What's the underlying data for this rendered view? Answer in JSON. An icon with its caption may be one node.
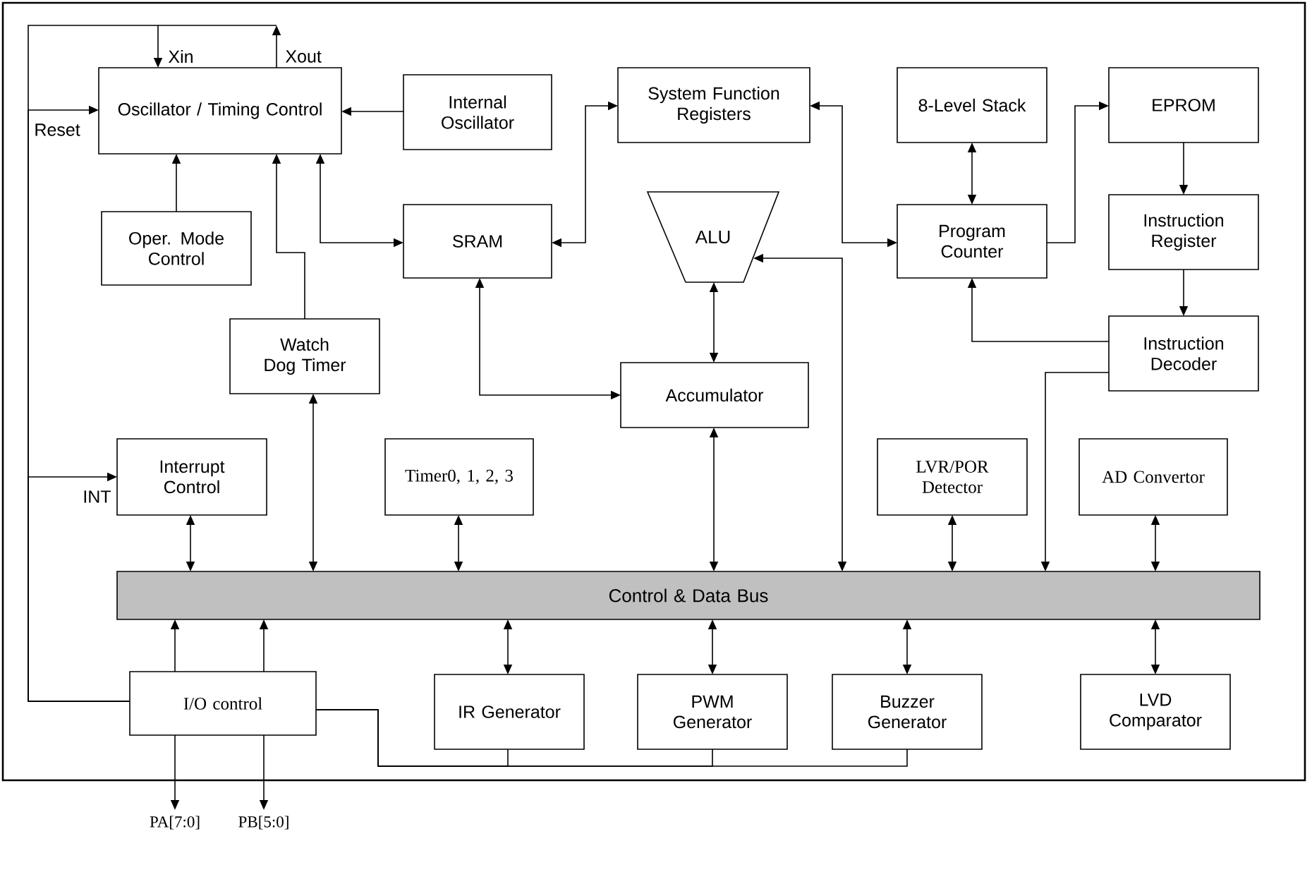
{
  "diagram": {
    "nodes": [
      {
        "text": [
          "Oscillator / Timing Control"
        ]
      },
      {
        "text": [
          "Internal Oscillator"
        ]
      },
      {
        "text": [
          "System Function Registers"
        ]
      },
      {
        "text": [
          "8-Level Stack"
        ]
      },
      {
        "text": [
          "EPROM"
        ]
      },
      {
        "text": [
          "Oper. Mode Control"
        ]
      },
      {
        "text": [
          "SRAM"
        ]
      },
      {
        "text": [
          "ALU"
        ]
      },
      {
        "text": [
          "Program Counter"
        ]
      },
      {
        "text": [
          "Instruction Register"
        ]
      },
      {
        "text": [
          "Watch Dog Timer"
        ]
      },
      {
        "text": [
          "Accumulator"
        ]
      },
      {
        "text": [
          "Instruction Decoder"
        ]
      },
      {
        "text": [
          "Interrupt Control"
        ]
      },
      {
        "text": [
          "Timer0, 1, 2, 3"
        ]
      },
      {
        "text": [
          "LVR/POR Detector"
        ]
      },
      {
        "text": [
          "AD Convertor"
        ]
      },
      {
        "text": [
          "Control & Data Bus"
        ]
      },
      {
        "text": [
          "I/O control"
        ]
      },
      {
        "text": [
          "IR Generator"
        ]
      },
      {
        "text": [
          "PWM Generator"
        ]
      },
      {
        "text": [
          "Buzzer Generator"
        ]
      },
      {
        "text": [
          "LVD Comparator"
        ]
      },
      {
        "text": [
          "PA[7:0]"
        ]
      },
      {
        "text": [
          "PB[5:0]"
        ]
      }
    ],
    "edges": [
      {
        "from": 1,
        "to": 0,
        "arrow": "to"
      },
      {
        "from": 5,
        "to": 0,
        "arrow": "to"
      },
      {
        "from": 10,
        "to": 0,
        "arrow": "to"
      },
      {
        "from": 0,
        "to": 6,
        "arrow": "both"
      },
      {
        "from": 6,
        "to": 2,
        "arrow": "both"
      },
      {
        "from": 2,
        "to": 8,
        "arrow": "both"
      },
      {
        "from": 3,
        "to": 8,
        "arrow": "both"
      },
      {
        "from": 8,
        "to": 4,
        "arrow": "to"
      },
      {
        "from": 4,
        "to": 9,
        "arrow": "to"
      },
      {
        "from": 9,
        "to": 12,
        "arrow": "to"
      },
      {
        "from": 12,
        "to": 8,
        "arrow": "to"
      },
      {
        "from": 12,
        "to": 17,
        "arrow": "to"
      },
      {
        "from": 7,
        "to": 11,
        "arrow": "both"
      },
      {
        "from": 6,
        "to": 11,
        "arrow": "both"
      },
      {
        "from": 17,
        "to": 7,
        "arrow": "both"
      },
      {
        "from": 11,
        "to": 17,
        "arrow": "both"
      },
      {
        "from": 10,
        "to": 17,
        "arrow": "both"
      },
      {
        "from": 13,
        "to": 17,
        "arrow": "both"
      },
      {
        "from": 14,
        "to": 17,
        "arrow": "both"
      },
      {
        "from": 15,
        "to": 17,
        "arrow": "both"
      },
      {
        "from": 16,
        "to": 17,
        "arrow": "both"
      },
      {
        "from": 17,
        "to": 19,
        "arrow": "both"
      },
      {
        "from": 17,
        "to": 20,
        "arrow": "both"
      },
      {
        "from": 17,
        "to": 21,
        "arrow": "both"
      },
      {
        "from": 17,
        "to": 22,
        "arrow": "both"
      },
      {
        "from": 18,
        "to": 17,
        "arrow": "to"
      },
      {
        "from": 18,
        "to": 17,
        "arrow": "to"
      },
      {
        "from": 18,
        "to": 23,
        "arrow": "to"
      },
      {
        "from": 18,
        "to": 24,
        "arrow": "to"
      },
      {
        "from": 18,
        "to": 0,
        "arrow": "to",
        "label": "Reset"
      },
      {
        "from": 18,
        "to": 13,
        "arrow": "to",
        "label": "INT"
      },
      {
        "from": 18,
        "to": 0,
        "arrow": "to",
        "label": "Xin"
      },
      {
        "from": 0,
        "to": null,
        "arrow": "to",
        "label": "Xout"
      },
      {
        "from": 18,
        "to": 19,
        "arrow": "none"
      },
      {
        "from": 18,
        "to": 20,
        "arrow": "none"
      },
      {
        "from": 18,
        "to": 21,
        "arrow": "none"
      }
    ]
  }
}
